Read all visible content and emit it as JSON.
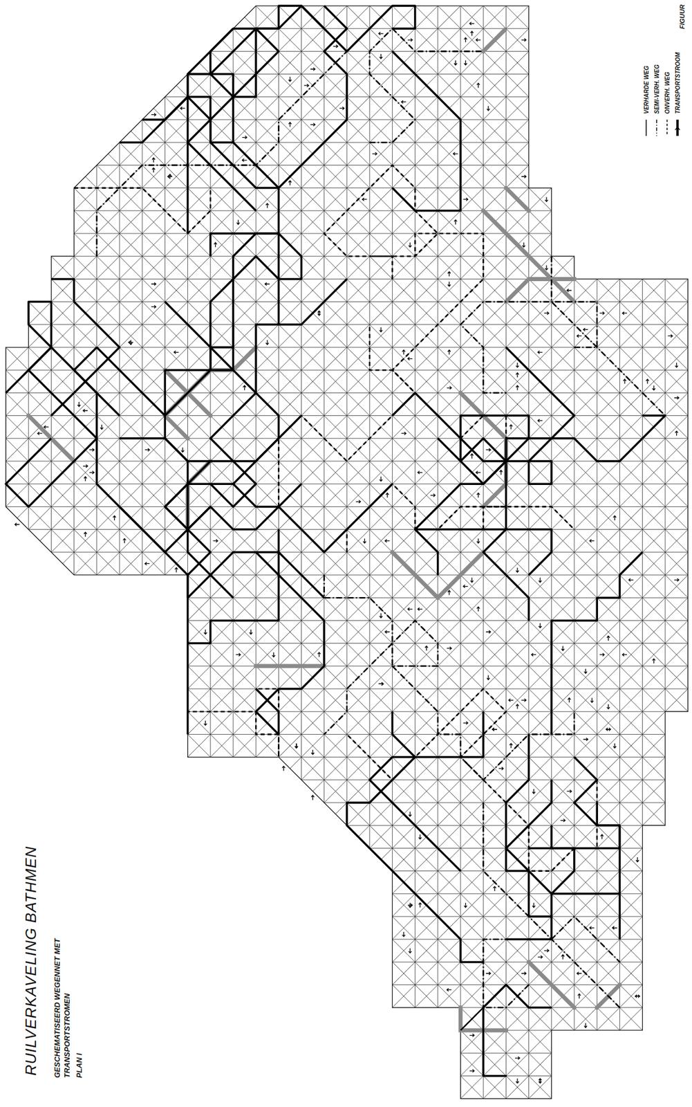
{
  "diagram": {
    "title": "RUILVERKAVELING BATHMEN",
    "labels": [
      "GESCHEMATISEERD WEGENNET MET TRANSPORTSTROMEN",
      "PLAN I",
      "FIGUUR"
    ],
    "legend": [
      {
        "text": "VERHARDE WEG"
      },
      {
        "text": "SEMI-VERH. WEG"
      },
      {
        "text": "ONVERH. WEG"
      },
      {
        "text": "TRANSPORTSTROOM"
      }
    ]
  }
}
